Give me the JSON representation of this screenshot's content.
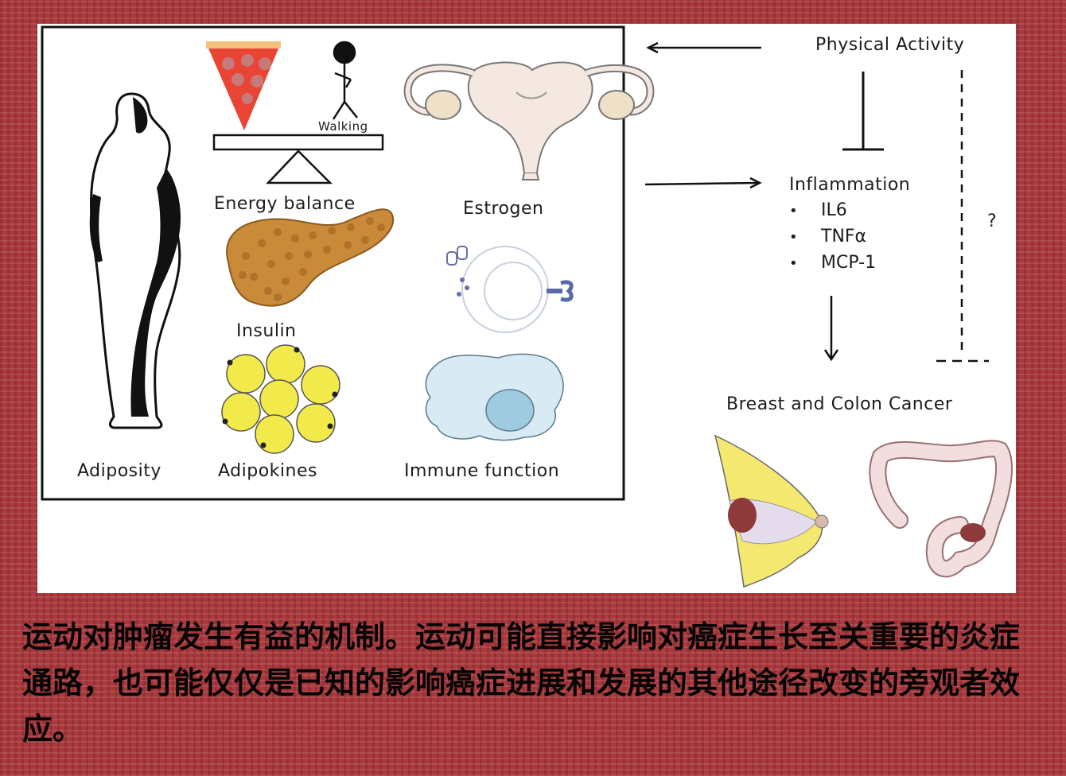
{
  "diagram": {
    "labels": {
      "walking": "Walking",
      "energy_balance": "Energy balance",
      "estrogen": "Estrogen",
      "insulin": "Insulin",
      "adiposity": "Adiposity",
      "adipokines": "Adipokines",
      "immune_function": "Immune function",
      "physical_activity": "Physical Activity",
      "inflammation": "Inflammation",
      "question": "?",
      "breast_colon_cancer": "Breast and Colon Cancer"
    },
    "inflammation_markers": [
      "IL6",
      "TNFα",
      "MCP-1"
    ],
    "bullet_symbol": "•",
    "icons": [
      "body-silhouette-icon",
      "pizza-icon",
      "stick-figure-icon",
      "balance-scale-icon",
      "uterus-icon",
      "pancreas-icon",
      "immune-cell-icon",
      "fat-cells-icon",
      "macrophage-icon",
      "breast-tumor-icon",
      "colon-tumor-icon"
    ],
    "colors": {
      "background": "#a8383c",
      "pancreas": "#c98a3a",
      "fat_cell": "#f2ea4a",
      "macrophage": "#d8eaf4",
      "breast": "#f5e870",
      "tumor": "#8e3a3a",
      "colon": "#f2dede"
    }
  },
  "caption": {
    "text": "运动对肿瘤发生有益的机制。运动可能直接影响对癌症生长至关重要的炎症通路，也可能仅仅是已知的影响癌症进展和发展的其他途径改变的旁观者效应。"
  }
}
